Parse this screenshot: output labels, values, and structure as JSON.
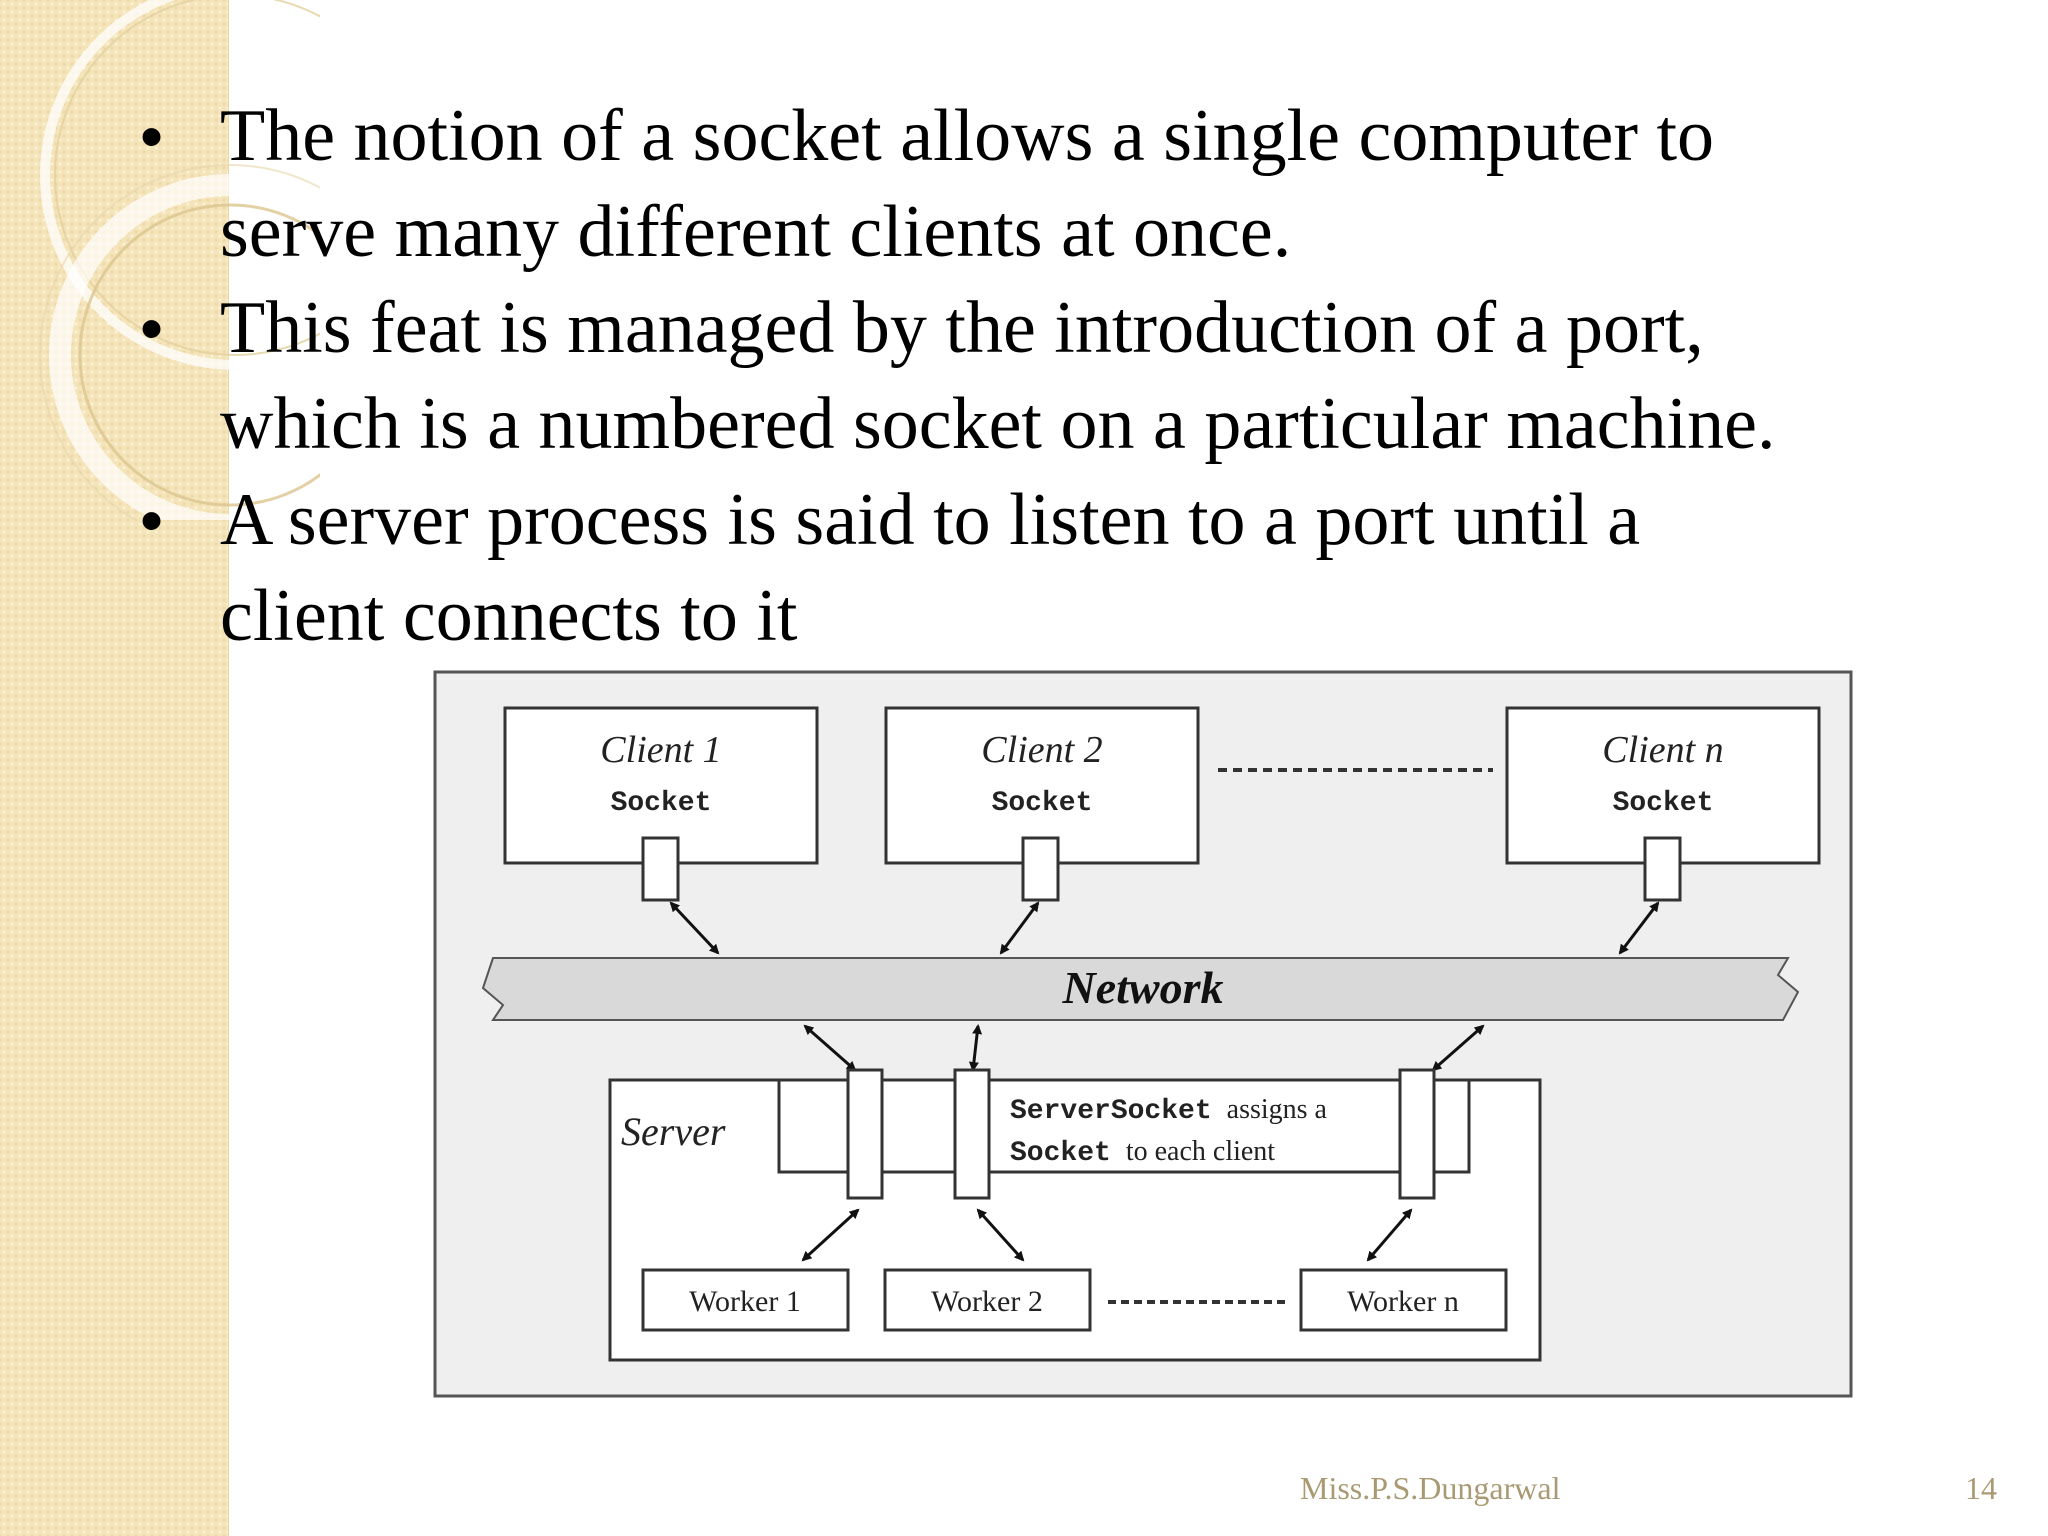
{
  "slide": {
    "bullets": [
      {
        "line1": "The notion of a socket allows a single computer to",
        "line2": "serve many different clients at once."
      },
      {
        "line1": "This feat is managed by the introduction of a port,",
        "line2": "which is a numbered socket on a particular machine."
      },
      {
        "line1": "A server process is said to listen to a port until a",
        "line2": "client connects to it"
      }
    ],
    "bullet_char": "•",
    "footer": {
      "author": "Miss.P.S.Dungarwal",
      "page_number": "14"
    }
  },
  "diagram": {
    "clients": [
      {
        "name": "Client 1",
        "socket": "Socket"
      },
      {
        "name": "Client 2",
        "socket": "Socket"
      },
      {
        "name": "Client n",
        "socket": "Socket"
      }
    ],
    "network_label": "Network",
    "server_label": "Server",
    "server_note_code1": "ServerSocket",
    "server_note_text1": "assigns a",
    "server_note_code2": "Socket",
    "server_note_text2": "to each client",
    "workers": [
      "Worker 1",
      "Worker 2",
      "Worker n"
    ]
  }
}
